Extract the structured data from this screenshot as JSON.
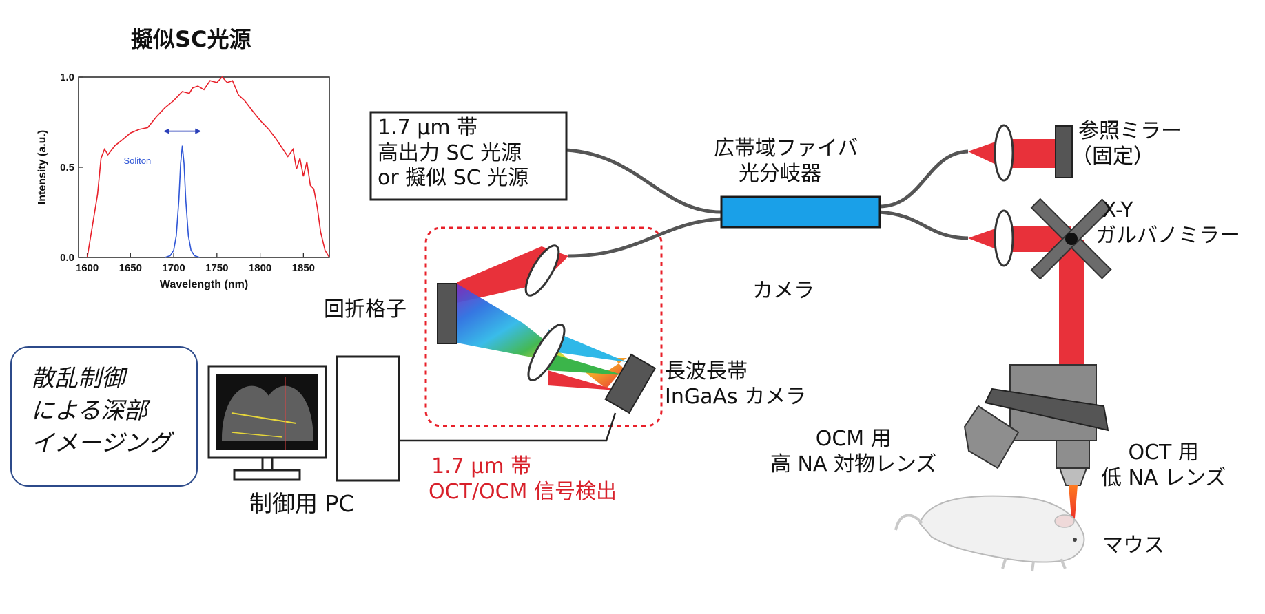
{
  "spectrum": {
    "title": "擬似SC光源",
    "soliton_label": "Soliton",
    "chart_data": {
      "type": "line",
      "xlabel": "Wavelength (nm)",
      "ylabel": "Intensity (a.u.)",
      "xlim": [
        1590,
        1880
      ],
      "ylim": [
        0,
        1.0
      ],
      "x_ticks": [
        "1600",
        "1650",
        "1700",
        "1750",
        "1800",
        "1850"
      ],
      "y_ticks": [
        "0.0",
        "0.5",
        "1.0"
      ],
      "series": [
        {
          "color": "#e8202a",
          "x": [
            1600,
            1612,
            1616,
            1620,
            1624,
            1632,
            1640,
            1650,
            1660,
            1670,
            1680,
            1690,
            1700,
            1710,
            1718,
            1722,
            1728,
            1735,
            1742,
            1750,
            1756,
            1762,
            1768,
            1775,
            1782,
            1790,
            1800,
            1810,
            1818,
            1825,
            1832,
            1838,
            1842,
            1846,
            1850,
            1854,
            1858,
            1862,
            1866,
            1870,
            1875,
            1880
          ],
          "y": [
            0.0,
            0.35,
            0.55,
            0.6,
            0.57,
            0.62,
            0.65,
            0.69,
            0.71,
            0.72,
            0.78,
            0.83,
            0.87,
            0.92,
            0.91,
            0.94,
            0.95,
            0.93,
            0.98,
            0.97,
            1.0,
            0.97,
            0.98,
            0.9,
            0.87,
            0.82,
            0.76,
            0.71,
            0.66,
            0.61,
            0.56,
            0.6,
            0.49,
            0.55,
            0.45,
            0.53,
            0.4,
            0.38,
            0.28,
            0.14,
            0.04,
            0.0
          ]
        },
        {
          "name": "Soliton",
          "color": "#2f56d6",
          "x": [
            1690,
            1696,
            1700,
            1703,
            1706,
            1708,
            1710,
            1712,
            1714,
            1717,
            1720,
            1724,
            1730
          ],
          "y": [
            0.0,
            0.01,
            0.04,
            0.12,
            0.32,
            0.52,
            0.62,
            0.52,
            0.32,
            0.12,
            0.04,
            0.01,
            0.0
          ]
        }
      ],
      "arrow_range": [
        1688,
        1732
      ]
    }
  },
  "labels": {
    "light_source": [
      "1.7 µm 帯",
      "高出力 SC 光源",
      "or 擬似 SC 光源"
    ],
    "coupler": [
      "広帯域ファイバ",
      "光分岐器"
    ],
    "reference_mirror": [
      "参照ミラー",
      "（固定）"
    ],
    "galvo": [
      "X-Y",
      "ガルバノミラー"
    ],
    "camera_small": "カメラ",
    "grating": "回折格子",
    "camera": [
      "長波長帯",
      "InGaAs カメラ"
    ],
    "ocm_lens": [
      "OCM 用",
      "高 NA 対物レンズ"
    ],
    "oct_lens": [
      "OCT 用",
      "低 NA レンズ"
    ],
    "mouse": "マウス",
    "pc": "制御用 PC",
    "detection": [
      "1.7 µm 帯",
      "OCT/OCM 信号検出"
    ],
    "imaging": [
      "散乱制御",
      "による深部",
      "イメージング"
    ]
  }
}
